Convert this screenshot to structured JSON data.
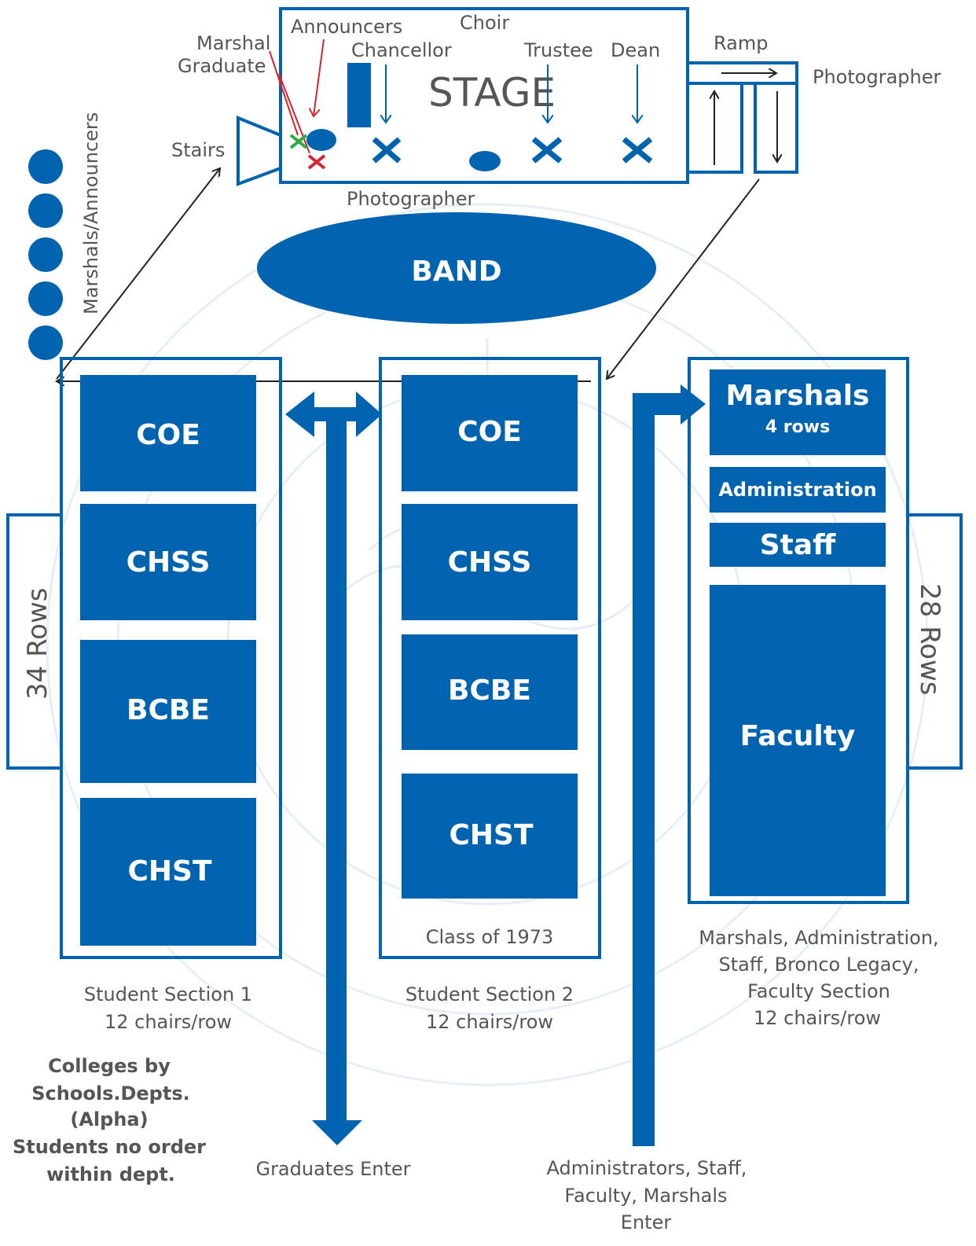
{
  "colors": {
    "primary": "#0063b0",
    "text": "#555555",
    "red": "#d22730",
    "green": "#2eaa43",
    "watermark": "#e7eef6"
  },
  "stage": {
    "title": "STAGE",
    "announcers": "Announcers",
    "choir": "Choir",
    "marshal": "Marshal",
    "graduate": "Graduate",
    "chancellor": "Chancellor",
    "trustee": "Trustee",
    "dean": "Dean",
    "ramp": "Ramp",
    "photographer_right": "Photographer",
    "stairs": "Stairs",
    "photographer_below": "Photographer"
  },
  "band": "BAND",
  "marshals_announcers": "Marshals/Announcers",
  "rows_left": "34 Rows",
  "rows_right": "28 Rows",
  "section1": {
    "blocks": [
      "COE",
      "CHSS",
      "BCBE",
      "CHST"
    ],
    "caption_line1": "Student Section 1",
    "caption_line2": "12 chairs/row"
  },
  "section2": {
    "blocks": [
      "COE",
      "CHSS",
      "BCBE",
      "CHST"
    ],
    "footer": "Class of 1973",
    "caption_line1": "Student Section 2",
    "caption_line2": "12 chairs/row"
  },
  "section3": {
    "marshals": "Marshals",
    "marshals_sub": "4 rows",
    "administration": "Administration",
    "staff": "Staff",
    "faculty": "Faculty",
    "caption_lines": [
      "Marshals, Administration,",
      "Staff, Bronco Legacy,",
      "Faculty Section",
      "12 chairs/row"
    ]
  },
  "note_lines": [
    "Colleges by",
    "Schools.Depts.",
    "(Alpha)",
    "Students no order",
    "within dept."
  ],
  "graduates_enter": "Graduates Enter",
  "admin_enter_lines": [
    "Administrators, Staff,",
    "Faculty, Marshals",
    "Enter"
  ]
}
